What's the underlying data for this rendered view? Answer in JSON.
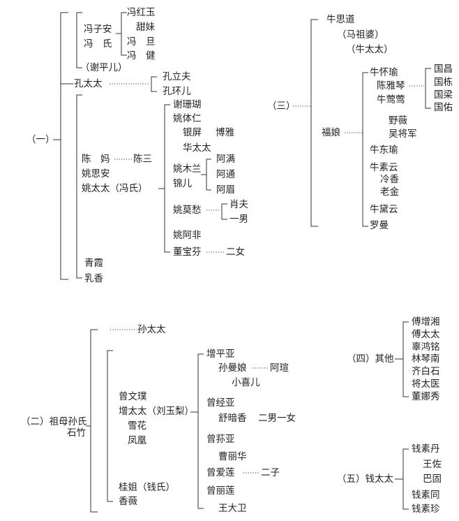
{
  "s1": {
    "label": "（一）",
    "fengzian": "冯子安",
    "fengshi": "冯　氏",
    "fenghongyu": "冯红玉",
    "tianmei": "甜妹",
    "fengdan": "冯　旦",
    "fengjian": "冯　健",
    "xiepinger": "（谢平儿）",
    "kongtaitai": "孔太太",
    "konglifu": "孔立夫",
    "konghuaner": "孔环儿",
    "chenma": "陈　妈",
    "chensan": "陈三",
    "yaosian": "姚思安",
    "yaotaitai": "姚太太（冯氏）",
    "qingxia": "青霞",
    "ruxiang": "乳香",
    "xieshanhu": "谢珊瑚",
    "yaotiren": "姚体仁",
    "yinping": "银屏",
    "boya": "博雅",
    "huataitai": "华太太",
    "yaomulan": "姚木兰",
    "jinger": "锦儿",
    "aman": "阿满",
    "atong": "阿通",
    "axuan": "阿眉",
    "yaomochou": "姚莫愁",
    "xiaofu": "肖夫",
    "yinan": "一男",
    "yaoafei": "姚阿非",
    "dongbaofen": "董宝芬",
    "ernv": "二女"
  },
  "s3": {
    "label": "（三）",
    "niusidao": "牛思道",
    "mazupo": "（马祖婆）",
    "niutaitai": "（牛太太）",
    "funiang": "福娘",
    "niuhuaiyu": "牛怀瑜",
    "chenyaqin": "陈雅琴",
    "niuyingying": "牛莺莺",
    "guochang": "国昌",
    "guodong": "国栋",
    "guoliang": "国梁",
    "guoyou": "国佑",
    "yewei": "野薇",
    "wujiangjun": "吴将军",
    "niudongyu": "牛东瑜",
    "niusuyun": "牛素云",
    "lengxiang": "冷香",
    "laojin": "老金",
    "niuqingyun": "牛黛云",
    "luoman": "罗曼"
  },
  "s2": {
    "label": "（二）祖母孙氏",
    "shizhu": "石竹",
    "suntaitai": "孙太太",
    "zengwenpu": "曾文璞",
    "zengtaitai": "增太太（刘玉梨）",
    "xuehua": "雪花",
    "fenghuang": "凤凰",
    "guijie": "桂姐（钱氏）",
    "xiangwei": "香薇",
    "zengpingya": "增平亚",
    "sunmanniang": "孙曼娘",
    "axuan": "阿瑄",
    "xiaoxier": "小喜儿",
    "zengjingya": "曾经亚",
    "shuxiangxiang": "舒暗香",
    "ernanyinv": "二男一女",
    "zengsunya": "曾荪亚",
    "caolihua": "曹丽华",
    "zengailian": "曾爱莲",
    "erzi": "二子",
    "zenglilian": "曾丽莲",
    "wangdawei": "王大卫"
  },
  "s4": {
    "label": "（四）其他",
    "items": [
      "傅增湘",
      "傅太太",
      "辜鸿铭",
      "林琴南",
      "齐白石",
      "将太医",
      "董娜秀"
    ]
  },
  "s5": {
    "label": "（五）钱太太",
    "qiansudan": "钱素丹",
    "wangzuo": "王佐",
    "bazhou": "巴固",
    "qiansutong": "钱素同",
    "qiansuzhen": "钱素珍"
  }
}
